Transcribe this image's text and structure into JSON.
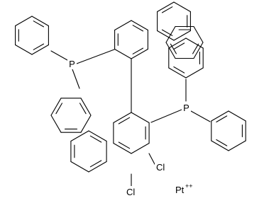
{
  "figure": {
    "atom_labels": {
      "phosphorus_upper": "P",
      "phosphorus_right": "P",
      "chlorine_upper": "Cl",
      "chlorine_lower": "Cl",
      "metal": "Pt",
      "metal_charge": "++"
    },
    "colors": {
      "bond": "#000000",
      "text": "#000000",
      "background": "#ffffff"
    }
  }
}
